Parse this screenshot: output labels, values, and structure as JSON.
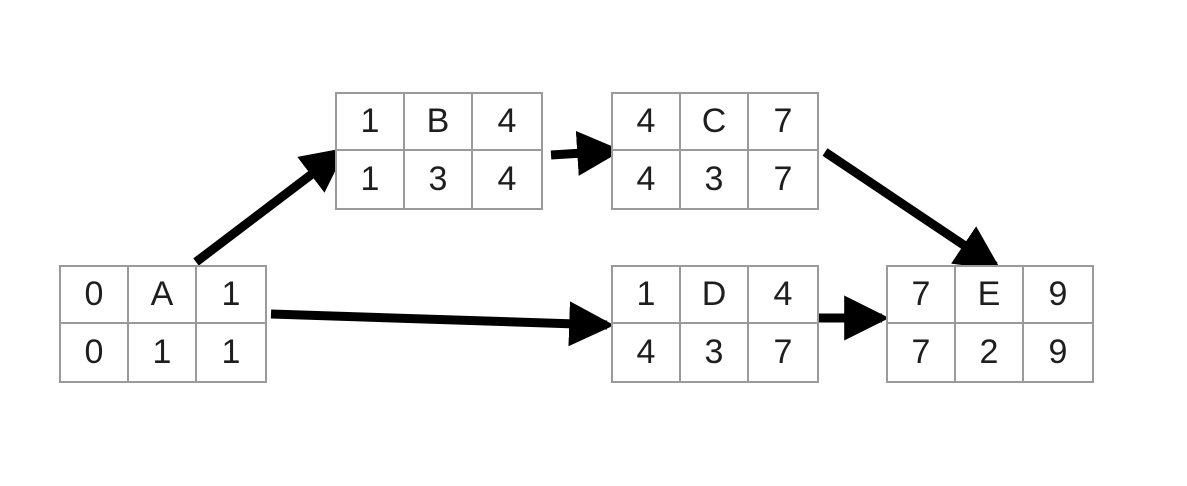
{
  "nodes": {
    "A": {
      "early_start": "0",
      "name": "A",
      "early_finish": "1",
      "late_start": "0",
      "duration": "1",
      "late_finish": "1"
    },
    "B": {
      "early_start": "1",
      "name": "B",
      "early_finish": "4",
      "late_start": "1",
      "duration": "3",
      "late_finish": "4"
    },
    "C": {
      "early_start": "4",
      "name": "C",
      "early_finish": "7",
      "late_start": "4",
      "duration": "3",
      "late_finish": "7"
    },
    "D": {
      "early_start": "1",
      "name": "D",
      "early_finish": "4",
      "late_start": "4",
      "duration": "3",
      "late_finish": "7"
    },
    "E": {
      "early_start": "7",
      "name": "E",
      "early_finish": "9",
      "late_start": "7",
      "duration": "2",
      "late_finish": "9"
    }
  },
  "edges": [
    {
      "from": "A",
      "to": "B"
    },
    {
      "from": "B",
      "to": "C"
    },
    {
      "from": "A",
      "to": "D"
    },
    {
      "from": "C",
      "to": "E"
    },
    {
      "from": "D",
      "to": "E"
    }
  ],
  "colors": {
    "arrow": "#000000",
    "border": "#9a9a9a",
    "text": "#1e1e1e"
  }
}
